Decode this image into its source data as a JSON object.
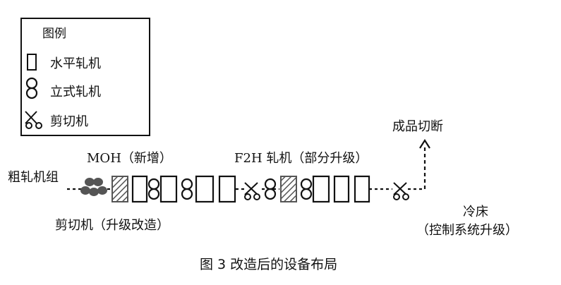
{
  "legend": {
    "title": "图例",
    "items": [
      {
        "label": "水平轧机",
        "icon": "horizontal-mill-icon"
      },
      {
        "label": "立式轧机",
        "icon": "vertical-mill-icon"
      },
      {
        "label": "剪切机",
        "icon": "shear-icon"
      }
    ]
  },
  "labels": {
    "roughing_group": "粗轧机组",
    "moh": "MOH（新增）",
    "f2h": "F2H 轧机（部分升级）",
    "cut_product": "成品切断",
    "shear_upgrade": "剪切机（升级改造）",
    "cooling_bed": "冷床",
    "cooling_bed_note": "（控制系统升级）"
  },
  "caption": "图 3  改造后的设备布局",
  "colors": {
    "line": "#111111",
    "hatch": "#555555",
    "new_shear": "#555555"
  }
}
